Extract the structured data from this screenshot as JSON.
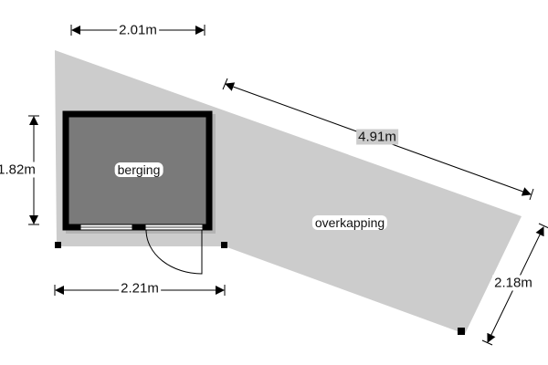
{
  "rooms": {
    "berging": "berging",
    "overkapping": "overkapping"
  },
  "dimensions": {
    "top_width": "2.01m",
    "left_height": "1.82m",
    "bottom_width": "2.21m",
    "diagonal_length": "4.91m",
    "right_width": "2.18m"
  },
  "colors": {
    "canopy": "#cccccc",
    "room_floor": "#7a7a7a",
    "wall": "#000000"
  }
}
